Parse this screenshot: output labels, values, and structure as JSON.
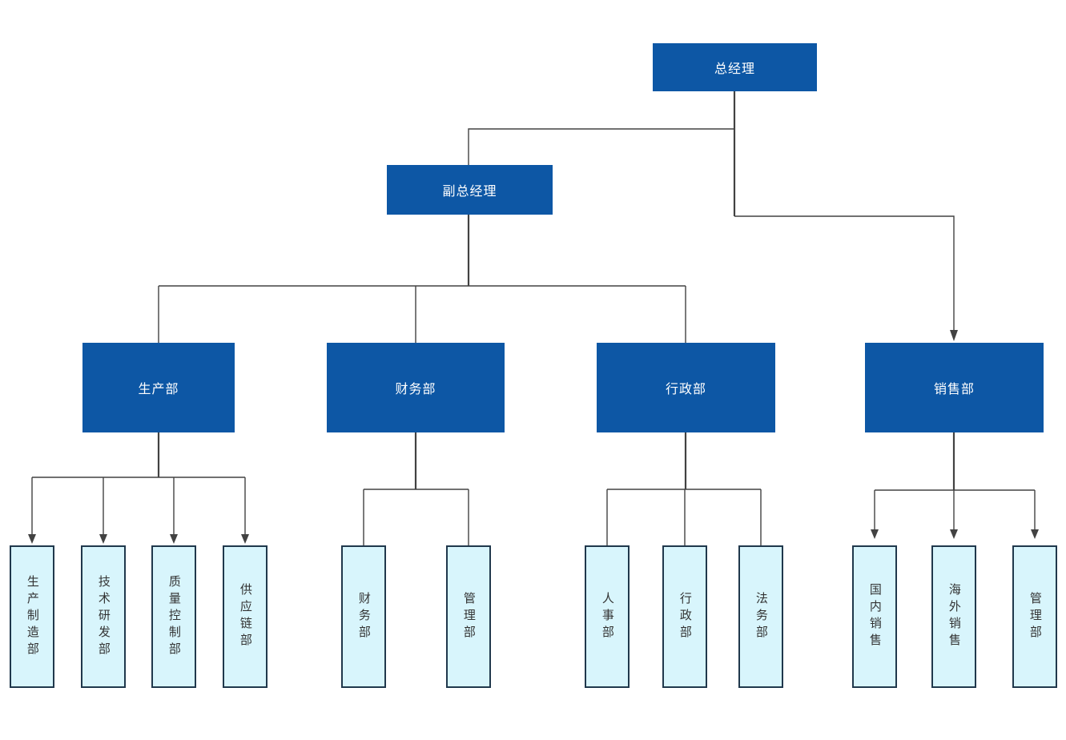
{
  "org": {
    "general_manager": {
      "label": "总经理"
    },
    "deputy_general_manager": {
      "label": "副总经理"
    },
    "departments": [
      {
        "label": "生产部",
        "children": [
          {
            "label": "生产制造部"
          },
          {
            "label": "技术研发部"
          },
          {
            "label": "质量控制部"
          },
          {
            "label": "供应链部"
          }
        ]
      },
      {
        "label": "财务部",
        "children": [
          {
            "label": "财务部"
          },
          {
            "label": "管理部"
          }
        ]
      },
      {
        "label": "行政部",
        "children": [
          {
            "label": "人事部"
          },
          {
            "label": "行政部"
          },
          {
            "label": "法务部"
          }
        ]
      },
      {
        "label": "销售部",
        "children": [
          {
            "label": "国内销售"
          },
          {
            "label": "海外销售"
          },
          {
            "label": "管理部"
          }
        ]
      }
    ]
  },
  "colors": {
    "node_fill": "#0D57A5",
    "node_text": "#FFFFFF",
    "leaf_fill": "#D8F5FC",
    "leaf_border": "#20384C",
    "leaf_text": "#333333",
    "connector": "#424242",
    "background": "#FFFFFF"
  }
}
